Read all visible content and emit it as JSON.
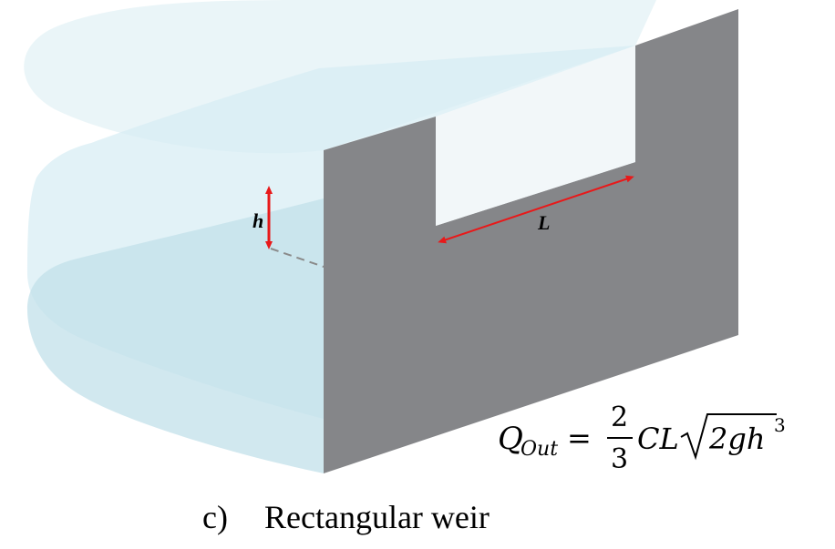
{
  "labels": {
    "h": "h",
    "L": "L"
  },
  "formula": {
    "lhs": "Q",
    "lhs_subscript": "Out",
    "equals": "=",
    "numerator": "2",
    "denominator": "3",
    "coefficients": "CL",
    "radicand": "2gh",
    "radicand_exponent": "3"
  },
  "caption": {
    "marker": "c)",
    "text": "Rectangular weir"
  },
  "colors": {
    "weir_plate": "#858689",
    "water": "#cfe6ee",
    "dimension_arrow": "#e8191a",
    "guide_dash": "#8a8a8a"
  }
}
